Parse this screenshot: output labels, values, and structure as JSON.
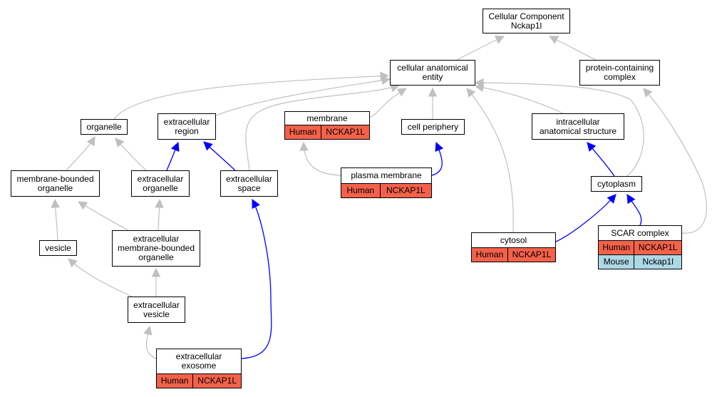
{
  "colors": {
    "human": "#f4614a",
    "mouse": "#add8e6",
    "is_a_edge": "#c0c0c0",
    "part_of_edge": "#0000ff"
  },
  "nodes": {
    "root": {
      "label": "Cellular Component\nNckap1l"
    },
    "cae": {
      "label": "cellular anatomical\nentity"
    },
    "pcc": {
      "label": "protein-containing\ncomplex"
    },
    "organelle": {
      "label": "organelle"
    },
    "ecregion": {
      "label": "extracellular\nregion"
    },
    "membrane": {
      "label": "membrane",
      "rows": [
        [
          "Human",
          "NCKAP1L"
        ]
      ]
    },
    "periphery": {
      "label": "cell periphery"
    },
    "ias": {
      "label": "intracellular\nanatomical structure"
    },
    "mbo": {
      "label": "membrane-bounded\norganelle"
    },
    "ecorg": {
      "label": "extracellular\norganelle"
    },
    "ecspace": {
      "label": "extracellular\nspace"
    },
    "pm": {
      "label": "plasma membrane",
      "rows": [
        [
          "Human",
          "NCKAP1L"
        ]
      ]
    },
    "cytoplasm": {
      "label": "cytoplasm"
    },
    "vesicle": {
      "label": "vesicle"
    },
    "ecmbo": {
      "label": "extracellular\nmembrane-bounded\norganelle"
    },
    "cytosol": {
      "label": "cytosol",
      "rows": [
        [
          "Human",
          "NCKAP1L"
        ]
      ]
    },
    "scar": {
      "label": "SCAR complex",
      "rows": [
        [
          "Human",
          "NCKAP1L"
        ],
        [
          "Mouse",
          "Nckap1l"
        ]
      ]
    },
    "ecves": {
      "label": "extracellular\nvesicle"
    },
    "exosome": {
      "label": "extracellular\nexosome",
      "rows": [
        [
          "Human",
          "NCKAP1L"
        ]
      ]
    }
  },
  "edges": [
    {
      "from": "cae",
      "to": "root",
      "kind": "is_a"
    },
    {
      "from": "pcc",
      "to": "root",
      "kind": "is_a"
    },
    {
      "from": "organelle",
      "to": "cae",
      "kind": "is_a"
    },
    {
      "from": "ecregion",
      "to": "cae",
      "kind": "is_a"
    },
    {
      "from": "ecspace",
      "to": "cae",
      "kind": "is_a"
    },
    {
      "from": "membrane",
      "to": "cae",
      "kind": "is_a"
    },
    {
      "from": "periphery",
      "to": "cae",
      "kind": "is_a"
    },
    {
      "from": "cytosol",
      "to": "cae",
      "kind": "is_a"
    },
    {
      "from": "ias",
      "to": "cae",
      "kind": "is_a"
    },
    {
      "from": "cytoplasm",
      "to": "cae",
      "kind": "is_a"
    },
    {
      "from": "scar",
      "to": "pcc",
      "kind": "is_a"
    },
    {
      "from": "mbo",
      "to": "organelle",
      "kind": "is_a"
    },
    {
      "from": "ecorg",
      "to": "organelle",
      "kind": "is_a"
    },
    {
      "from": "ecorg",
      "to": "ecregion",
      "kind": "part_of"
    },
    {
      "from": "ecspace",
      "to": "ecregion",
      "kind": "part_of"
    },
    {
      "from": "pm",
      "to": "membrane",
      "kind": "is_a"
    },
    {
      "from": "pm",
      "to": "periphery",
      "kind": "part_of"
    },
    {
      "from": "cytoplasm",
      "to": "ias",
      "kind": "part_of"
    },
    {
      "from": "vesicle",
      "to": "mbo",
      "kind": "is_a"
    },
    {
      "from": "ecmbo",
      "to": "mbo",
      "kind": "is_a"
    },
    {
      "from": "ecmbo",
      "to": "ecorg",
      "kind": "is_a"
    },
    {
      "from": "cytosol",
      "to": "cytoplasm",
      "kind": "part_of"
    },
    {
      "from": "scar",
      "to": "cytoplasm",
      "kind": "part_of"
    },
    {
      "from": "ecves",
      "to": "vesicle",
      "kind": "is_a"
    },
    {
      "from": "ecves",
      "to": "ecmbo",
      "kind": "is_a"
    },
    {
      "from": "exosome",
      "to": "ecves",
      "kind": "is_a"
    },
    {
      "from": "exosome",
      "to": "ecspace",
      "kind": "part_of"
    }
  ]
}
